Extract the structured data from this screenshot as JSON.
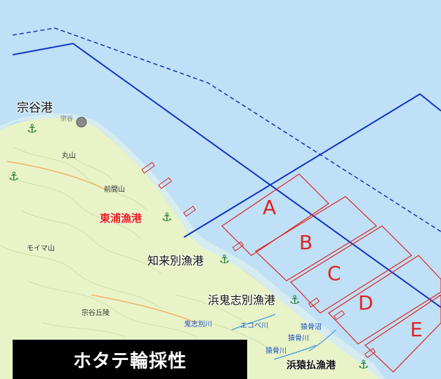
{
  "map": {
    "caption": "ホタテ輪採性",
    "ports": {
      "soya": "宗谷港",
      "higashiura": "東浦漁港",
      "chiraibetsu": "知来別漁港",
      "hamaonishibetsu": "浜鬼志別漁港",
      "hamasarufutsu": "浜猿払漁港"
    },
    "places": {
      "soya_small": "宗谷",
      "maruyama": "丸山",
      "maemayama": "前間山",
      "moimayama": "モイマ山",
      "soya_kyuryo": "宗谷丘陵",
      "onishibetsu_river": "鬼志別川",
      "ekobe_river": "エコベ川",
      "sarufutsu_marsh": "猿骨沼",
      "sarukotsu_river_1": "猿骨川",
      "sarukotsu_river_2": "猿骨川"
    },
    "zones": [
      "A",
      "B",
      "C",
      "D",
      "E"
    ],
    "colors": {
      "sea": "#bfe0f6",
      "land": "#e9f3c8",
      "boundary": "#1233c4",
      "zone_outline": "#e0231f",
      "anchor": "#157a2b"
    },
    "icons": [
      "anchor-icon",
      "port-dot-icon"
    ]
  }
}
